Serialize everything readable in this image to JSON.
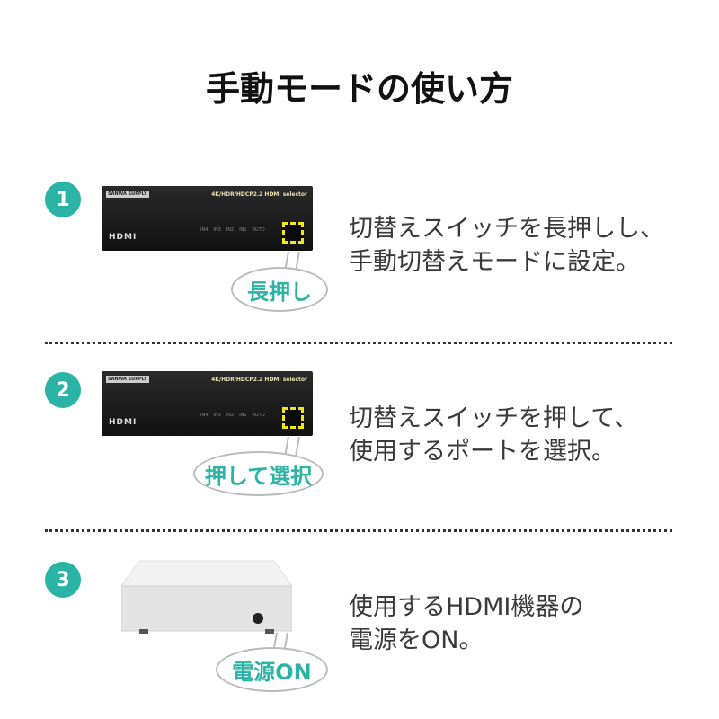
{
  "title": "手動モードの使い方",
  "device": {
    "brand": "SANWA SUPPLY",
    "model": "4K/HDR/HDCP2.2 HDMI selector",
    "hdmi_logo": "HDMI",
    "ports": [
      "IN4",
      "IN3",
      "IN2",
      "IN1",
      "AUTO"
    ]
  },
  "steps": [
    {
      "number": "1",
      "bubble": "長押し",
      "lines": [
        "切替えスイッチを長押しし、",
        "手動切替えモードに設定。"
      ]
    },
    {
      "number": "2",
      "bubble": "押して選択",
      "lines": [
        "切替えスイッチを押して、",
        "使用するポートを選択。"
      ]
    },
    {
      "number": "3",
      "bubble": "電源ON",
      "lines": [
        "使用するHDMI機器の",
        "電源をON。"
      ]
    }
  ],
  "colors": {
    "accent": "#2bb3a6",
    "highlight": "#f2e71b"
  }
}
